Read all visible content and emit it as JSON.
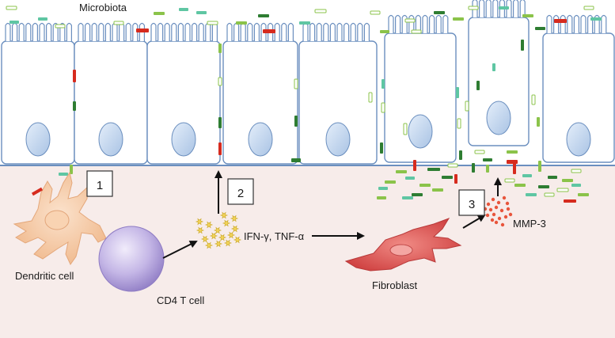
{
  "labels": {
    "microbiota": "Microbiota",
    "dendritic_cell": "Dendritic cell",
    "cd4_t_cell": "CD4 T cell",
    "cytokines": "IFN-γ, TNF-α",
    "fibroblast": "Fibroblast",
    "mmp3": "MMP-3"
  },
  "steps": [
    "1",
    "2",
    "3"
  ],
  "colors": {
    "lumen": "#ffffff",
    "tissue": "#f7ecea",
    "epithelium_stroke": "#6b8fbf",
    "nucleus_fill": "#c7daf0",
    "bacteria_dark": "#2e7d32",
    "bacteria_light": "#8bc34a",
    "bacteria_teal": "#5fc6a3",
    "bacteria_red": "#d62b1e",
    "dendritic_fill": "#f6c9a4",
    "tcell_fill": "#b9a9dc",
    "cytokine_fill": "#f2d35a",
    "fibroblast_fill": "#dd5b5b",
    "mmp3_fill": "#e8553c"
  }
}
